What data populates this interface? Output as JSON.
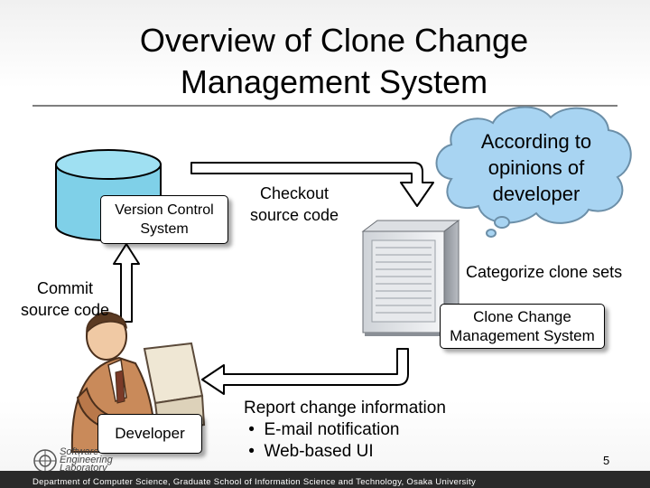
{
  "title": {
    "line1": "Overview of Clone Change",
    "line2": "Management System"
  },
  "diagram": {
    "version_control_system": {
      "line1": "Version Control",
      "line2": "System"
    },
    "checkout": {
      "line1": "Checkout",
      "line2": "source code"
    },
    "commit": {
      "line1": "Commit",
      "line2": "source code"
    },
    "cloud": {
      "line1": "According to",
      "line2": "opinions of",
      "line3": "developer"
    },
    "categorize": "Categorize clone sets",
    "ccms": {
      "line1": "Clone Change",
      "line2": "Management System"
    },
    "developer": "Developer",
    "report": {
      "heading": "Report change information",
      "bullets": [
        "E-mail notification",
        "Web-based UI"
      ],
      "bullet_glyph": "•"
    }
  },
  "logo": {
    "line1": "Software",
    "line2": "Engineering",
    "line3": "Laboratory"
  },
  "page_number": "5",
  "footer": "Department of Computer Science, Graduate School of Information Science and Technology, Osaka University",
  "colors": {
    "database_fill": "#7fd0e8",
    "cloud_fill": "#a8d4f2",
    "arrow_stroke": "#000000",
    "footer_bg": "#2a2a2a",
    "rule": "#7f7f7f"
  }
}
